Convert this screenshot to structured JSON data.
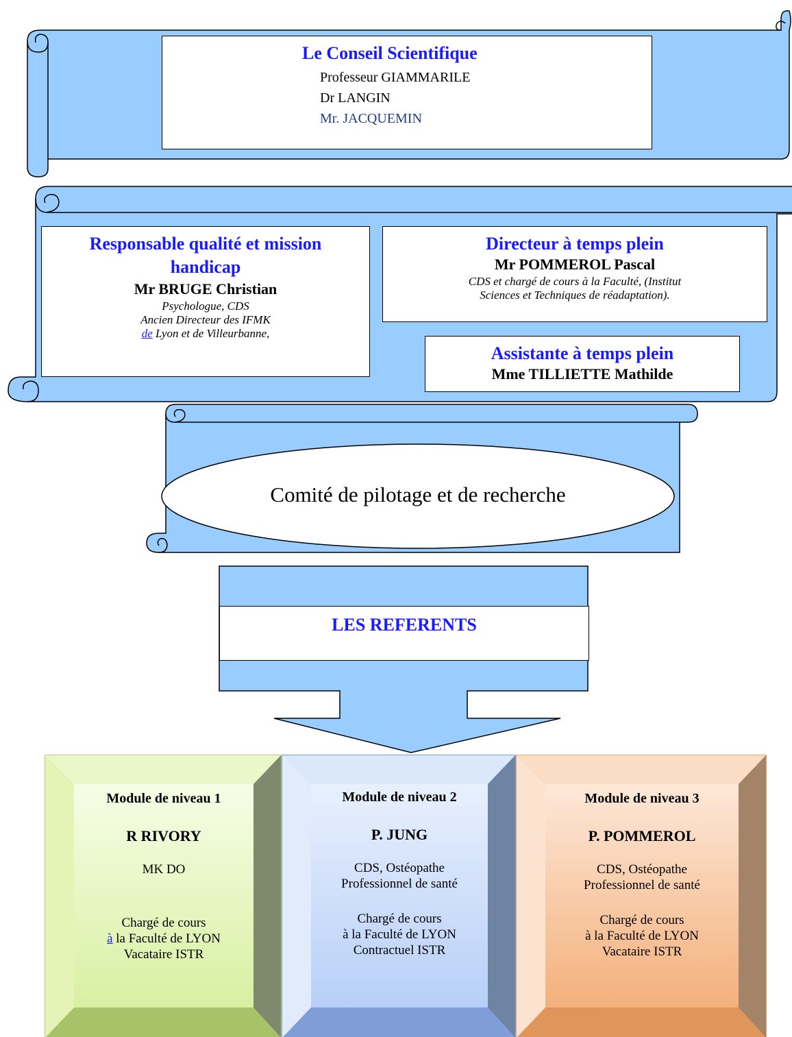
{
  "colors": {
    "scroll_fill": "#99ccff",
    "scroll_stroke": "#000000",
    "title_blue": "#1a1aff",
    "name_dark_blue": "#1f3a8a",
    "module1": "#e8f7c4",
    "module2": "#cfe0fb",
    "module3": "#f7c49a"
  },
  "scientific_council": {
    "title": "Le Conseil Scientifique",
    "members": [
      "Professeur GIAMMARILE",
      "Dr LANGIN",
      "Mr. JACQUEMIN"
    ]
  },
  "quality": {
    "title_line1": "Responsable qualité et mission",
    "title_line2": "handicap",
    "name": "Mr BRUGE Christian",
    "role1": "Psychologue, CDS",
    "role2": "Ancien Directeur des IFMK",
    "role3_link": "de",
    "role3_rest": " Lyon et de Villeurbanne,"
  },
  "director": {
    "title": "Directeur à temps plein",
    "name": "Mr POMMEROL Pascal",
    "desc1": "CDS et chargé de cours à la Faculté, (Institut",
    "desc2": "Sciences et Techniques de réadaptation)."
  },
  "assistant": {
    "title": "Assistante à temps plein",
    "name": "Mme TILLIETTE Mathilde"
  },
  "committee": {
    "label": "Comité de pilotage et de recherche"
  },
  "referents": {
    "label": "LES REFERENTS"
  },
  "modules": [
    {
      "title": "Module de niveau 1",
      "name": "R RIVORY",
      "line1": "MK DO",
      "line2": "",
      "line3": "Chargé de cours",
      "line4_link": "à",
      "line4_rest": " la Faculté de LYON",
      "line5": "Vacataire  ISTR"
    },
    {
      "title": "Module de niveau 2",
      "name": "P. JUNG",
      "line1": "CDS, Ostéopathe",
      "line2": "Professionnel de santé",
      "line3": "Chargé de cours",
      "line4_link": "",
      "line4_rest": "à la Faculté de LYON",
      "line5": "Contractuel  ISTR"
    },
    {
      "title": "Module de niveau 3",
      "name": "P. POMMEROL",
      "line1": "CDS, Ostéopathe",
      "line2": "Professionnel de santé",
      "line3": "Chargé de cours",
      "line4_link": "",
      "line4_rest": "à la Faculté de LYON",
      "line5": "Vacataire  ISTR"
    }
  ]
}
